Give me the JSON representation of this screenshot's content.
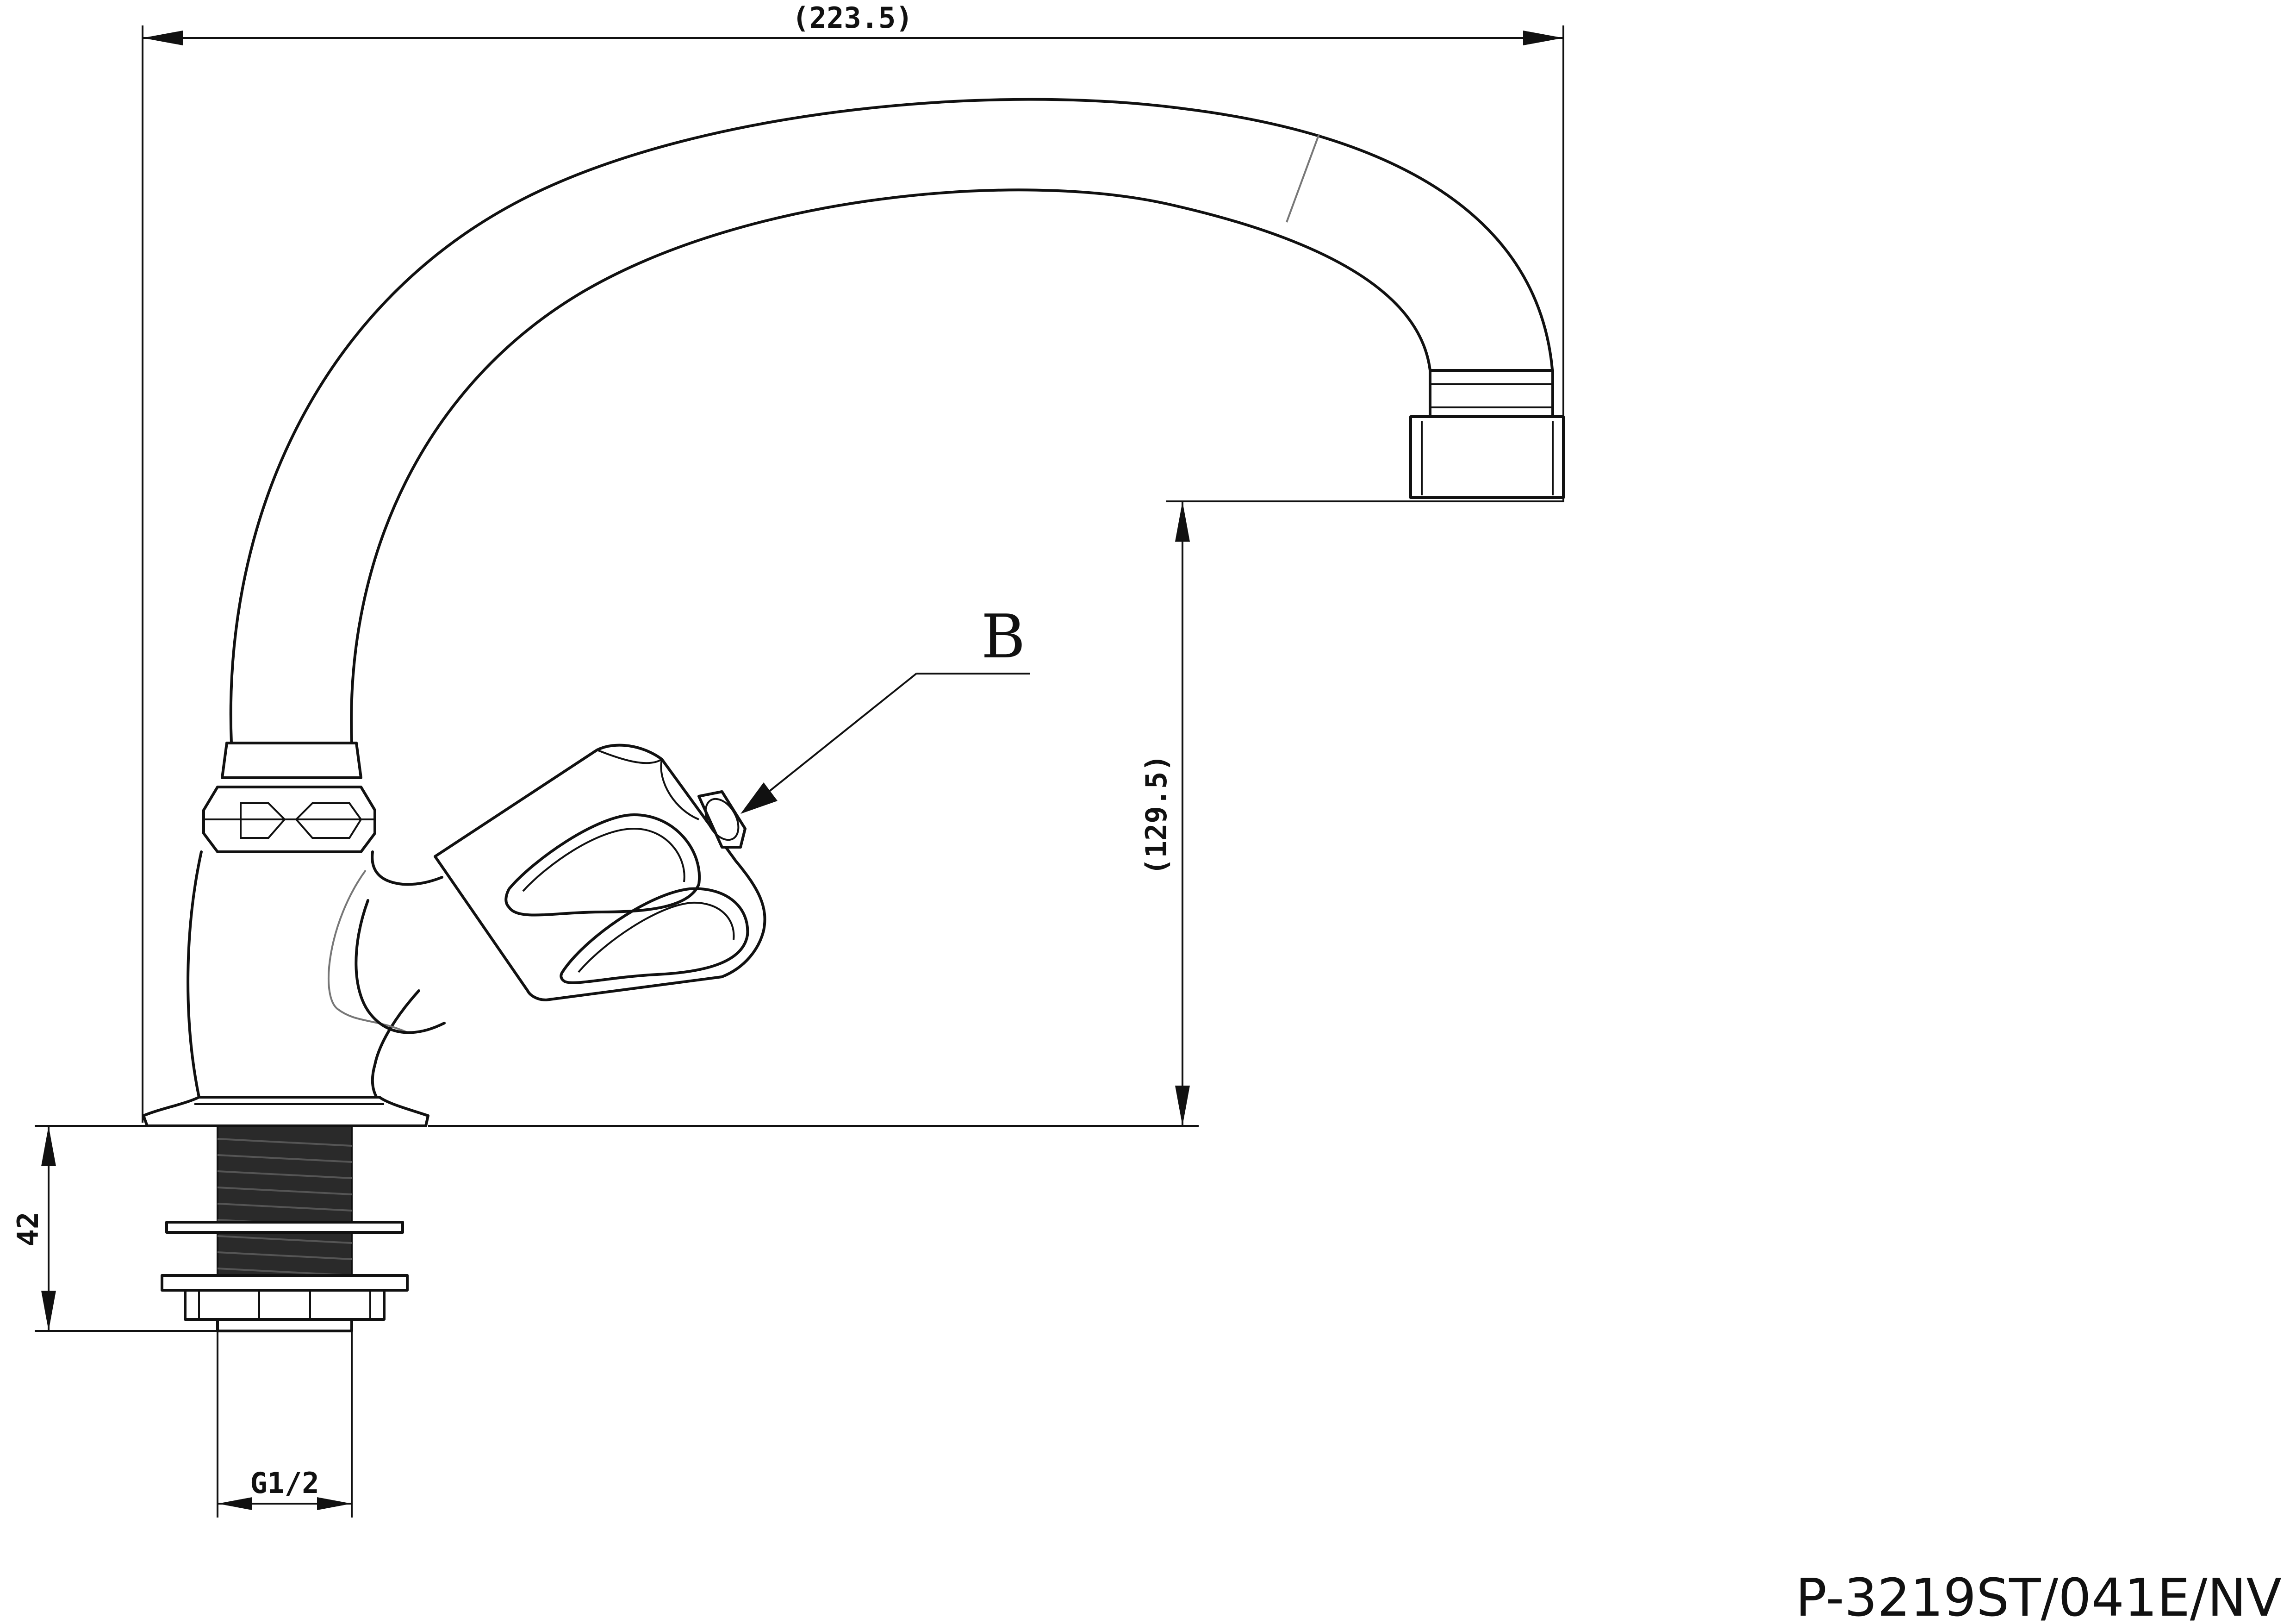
{
  "drawing": {
    "dimensions": {
      "overall_width": "(223.5)",
      "spout_height": "(129.5)",
      "shank_length": "42",
      "thread_size": "G1/2"
    },
    "callout": {
      "label": "B"
    },
    "product_code": "P-3219ST/041E/NV"
  }
}
